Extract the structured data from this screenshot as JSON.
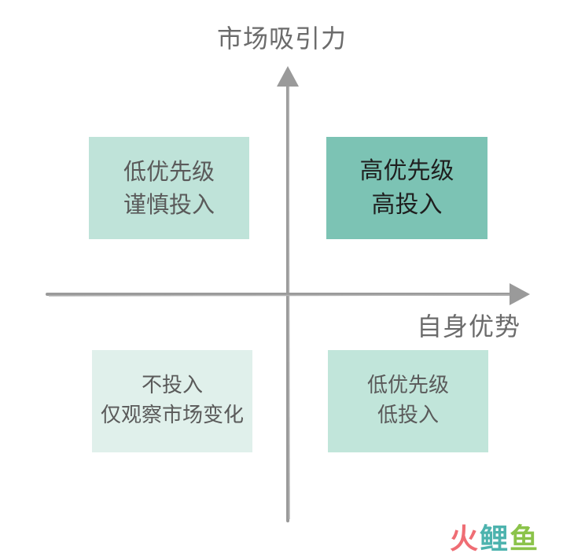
{
  "axes": {
    "y_label": "市场吸引力",
    "x_label": "自身优势"
  },
  "quadrants": {
    "top_left": {
      "line1": "低优先级",
      "line2": "谨慎投入"
    },
    "top_right": {
      "line1": "高优先级",
      "line2": "高投入"
    },
    "bottom_left": {
      "line1": "不投入",
      "line2": "仅观察市场变化"
    },
    "bottom_right": {
      "line1": "低优先级",
      "line2": "低投入"
    }
  },
  "colors": {
    "axis": "#9a9a9a",
    "top_left": "#bfe3d9",
    "top_right": "#7cc3b4",
    "bottom_left": "#e0f0eb",
    "bottom_right": "#c1e5da"
  },
  "watermark": {
    "part1": "火",
    "part2": "鲤",
    "part3": "鱼"
  }
}
